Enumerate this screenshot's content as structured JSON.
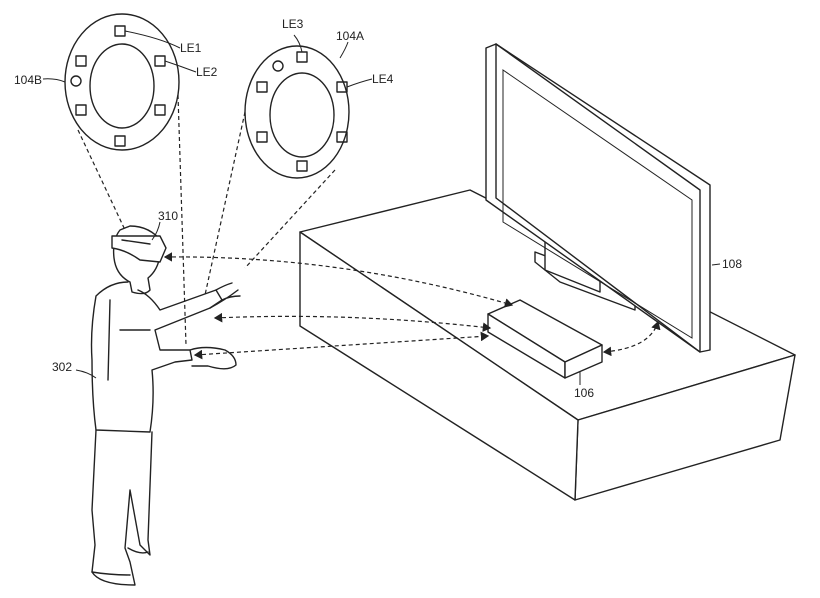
{
  "figure": {
    "labels": {
      "le1": "LE1",
      "le2": "LE2",
      "le3": "LE3",
      "le4": "LE4",
      "ring_left": "104B",
      "ring_right": "104A",
      "headset": "310",
      "display": "108",
      "user": "302",
      "console": "106"
    }
  }
}
